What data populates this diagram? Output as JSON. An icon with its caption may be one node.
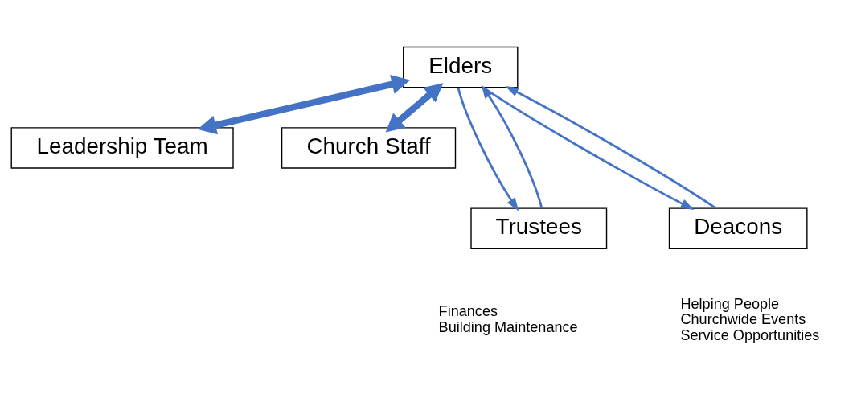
{
  "diagram": {
    "nodes": [
      {
        "text": [
          "Elders"
        ]
      },
      {
        "text": [
          "Leadership Team"
        ]
      },
      {
        "text": [
          "Church Staff"
        ]
      },
      {
        "text": [
          "Trustees"
        ],
        "beside": [
          "Finances",
          "Building Maintenance"
        ]
      },
      {
        "text": [
          "Deacons"
        ],
        "beside": [
          "Helping People",
          "Churchwide Events",
          "Service Opportunities"
        ]
      }
    ],
    "edges": [
      {
        "from": 0,
        "to": 3,
        "arrow": "to"
      },
      {
        "from": 3,
        "to": 0,
        "arrow": "to"
      },
      {
        "from": 0,
        "to": 1,
        "arrow": "both",
        "style": "thick"
      },
      {
        "from": 0,
        "to": 2,
        "arrow": "both",
        "style": "thick"
      },
      {
        "from": 0,
        "to": 4,
        "arrow": "to"
      },
      {
        "from": 4,
        "to": 0,
        "arrow": "to"
      }
    ]
  }
}
